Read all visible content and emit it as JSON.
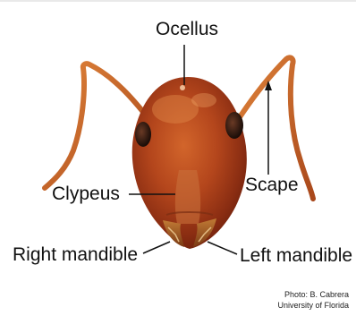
{
  "labels": {
    "ocellus": "Ocellus",
    "clypeus": "Clypeus",
    "scape": "Scape",
    "right_mandible": "Right mandible",
    "left_mandible": "Left mandible"
  },
  "credit": {
    "line1": "Photo: B. Cabrera",
    "line2": "University of Florida"
  }
}
